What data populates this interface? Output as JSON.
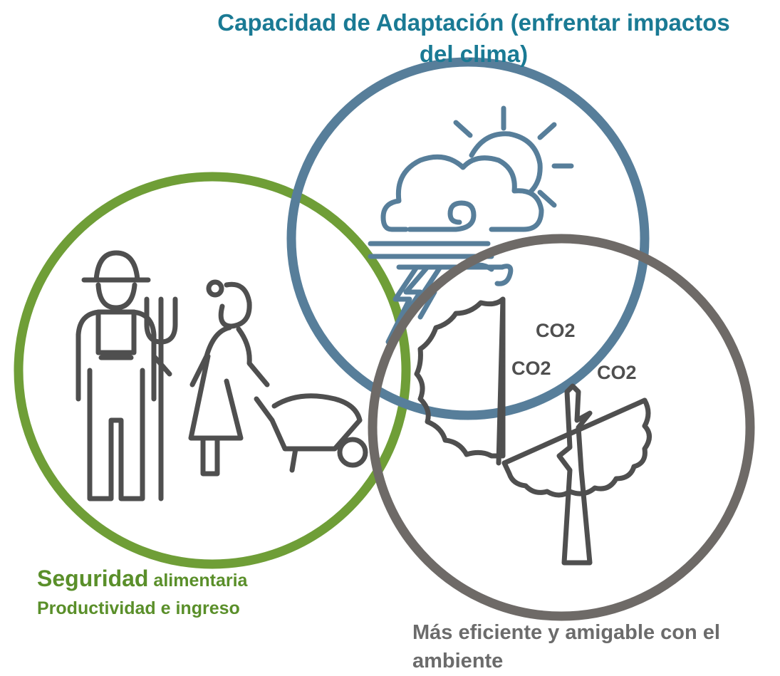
{
  "top_label": "Capacidad de Adaptación (enfrentar impactos del clima)",
  "left_label": {
    "emphasis": "Seguridad",
    "rest_line1": "alimentaria",
    "line2": "Productividad e ingreso"
  },
  "right_label": "Más eficiente y amigable con el ambiente",
  "co2_labels": [
    "CO2",
    "CO2",
    "CO2"
  ],
  "colors": {
    "green": "#6f9e37",
    "blue": "#577e9a",
    "gray": "#6e6a67",
    "icon": "#4f4f4f"
  }
}
